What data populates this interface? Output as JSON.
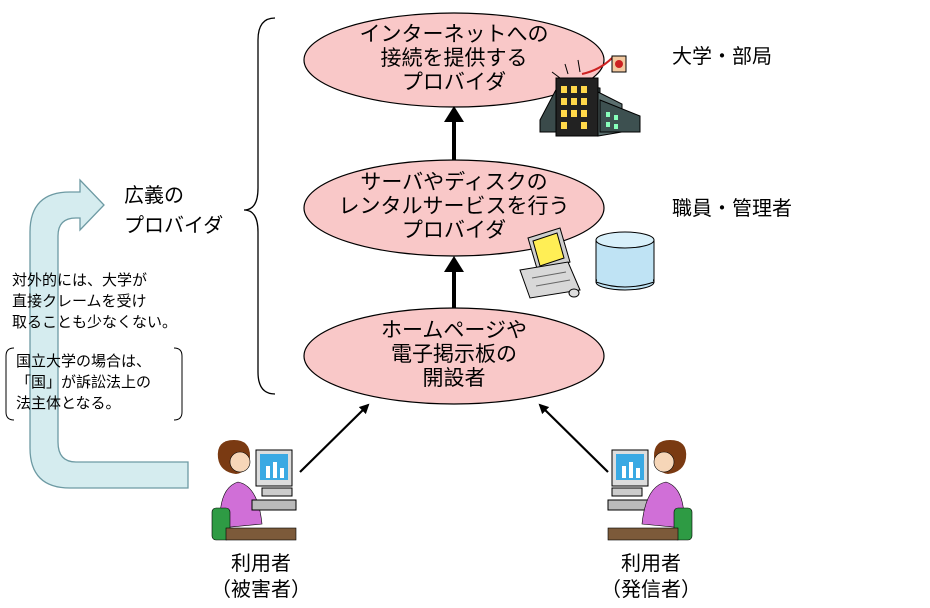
{
  "nodes": {
    "isp": {
      "text": "インターネットへの\n接続を提供する\nプロバイダ",
      "side_label": "大学・部局"
    },
    "rental": {
      "text": "サーバやディスクの\nレンタルサービスを行う\nプロバイダ",
      "side_label": "職員・管理者"
    },
    "homepage": {
      "text": "ホームページや\n電子掲示板の\n開設者"
    }
  },
  "broad_provider_label": "広義の\nプロバイダ",
  "note_complaints": "対外的には、大学が\n直接クレームを受け\n取ることも少なくない。",
  "note_national": "国立大学の場合は、\n「国」が訴訟法上の\n法主体となる。",
  "users": {
    "victim": "利用者\n（被害者）",
    "sender": "利用者\n（発信者）"
  },
  "colors": {
    "ellipse_fill": "#f9c8c8",
    "arrow_fill": "#d5ecef",
    "arrow_stroke": "#6d9aa3"
  },
  "icons": {
    "building": "building-icon",
    "computer": "computer-icon",
    "disk": "disk-icon",
    "user": "user-at-computer-icon"
  }
}
